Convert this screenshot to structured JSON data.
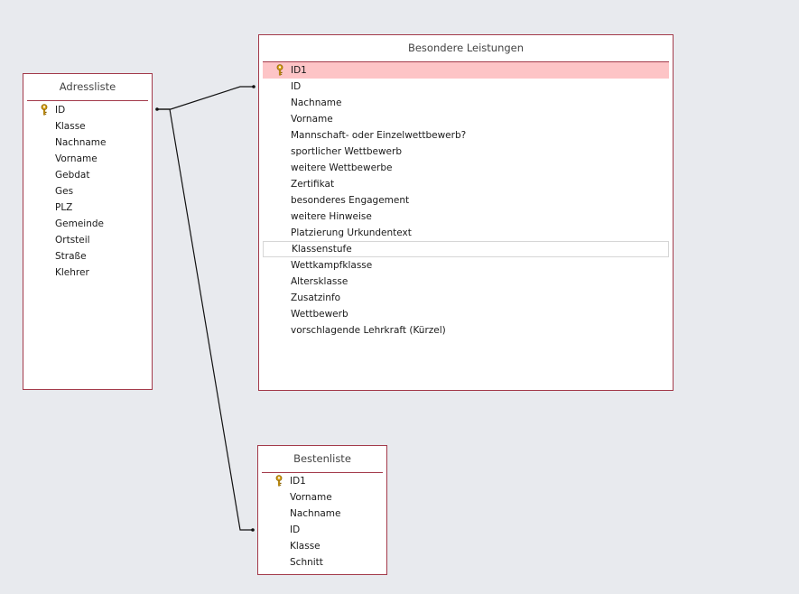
{
  "tables": {
    "adressliste": {
      "title": "Adressliste",
      "fields": [
        {
          "label": "ID",
          "primary_key": true
        },
        {
          "label": "Klasse"
        },
        {
          "label": "Nachname"
        },
        {
          "label": "Vorname"
        },
        {
          "label": "Gebdat"
        },
        {
          "label": "Ges"
        },
        {
          "label": "PLZ"
        },
        {
          "label": "Gemeinde"
        },
        {
          "label": "Ortsteil"
        },
        {
          "label": "Straße"
        },
        {
          "label": "Klehrer"
        }
      ]
    },
    "besondere_leistungen": {
      "title": "Besondere Leistungen",
      "fields": [
        {
          "label": "ID1",
          "primary_key": true,
          "selected": true
        },
        {
          "label": "ID"
        },
        {
          "label": "Nachname"
        },
        {
          "label": "Vorname"
        },
        {
          "label": "Mannschaft- oder Einzelwettbewerb?"
        },
        {
          "label": "sportlicher Wettbewerb"
        },
        {
          "label": "weitere Wettbewerbe"
        },
        {
          "label": "Zertifikat"
        },
        {
          "label": "besonderes Engagement"
        },
        {
          "label": "weitere Hinweise"
        },
        {
          "label": "Platzierung Urkundentext"
        },
        {
          "label": "Klassenstufe",
          "focused": true
        },
        {
          "label": "Wettkampfklasse"
        },
        {
          "label": "Altersklasse"
        },
        {
          "label": "Zusatzinfo"
        },
        {
          "label": "Wettbewerb"
        },
        {
          "label": "vorschlagende Lehrkraft (Kürzel)"
        }
      ]
    },
    "bestenliste": {
      "title": "Bestenliste",
      "fields": [
        {
          "label": "ID1",
          "primary_key": true
        },
        {
          "label": "Vorname"
        },
        {
          "label": "Nachname"
        },
        {
          "label": "ID"
        },
        {
          "label": "Klasse"
        },
        {
          "label": "Schnitt"
        }
      ]
    }
  },
  "colors": {
    "canvas": "#e8eaee",
    "table_border": "#a33a4a",
    "selected_row": "#fdc4c6",
    "key_icon": "#d9a21a",
    "relation_line": "#111111"
  },
  "icons": {
    "primary_key": "key-icon"
  }
}
